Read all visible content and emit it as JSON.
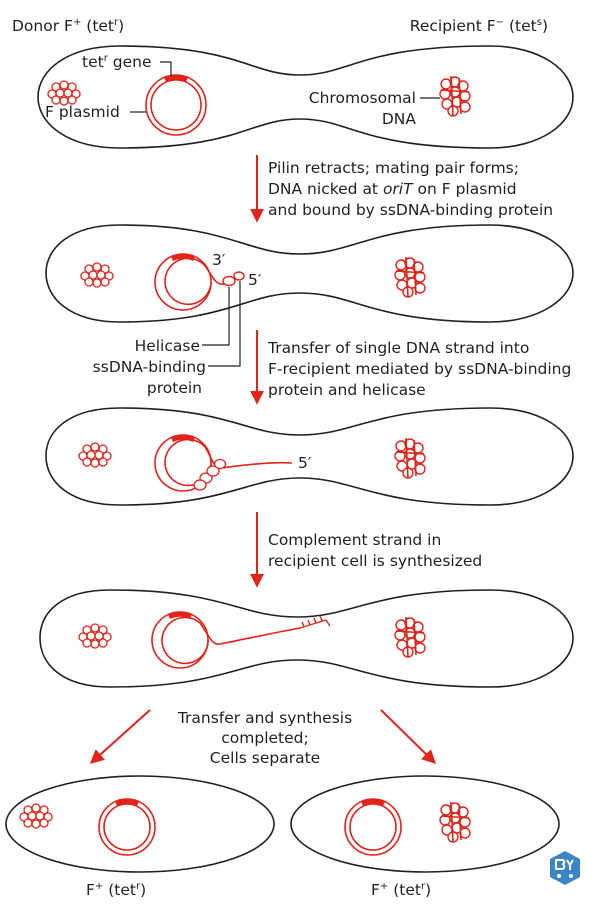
{
  "header": {
    "donor_label": "Donor F",
    "donor_sup": "+",
    "donor_gene": " (tet",
    "donor_gene_sup": "r",
    "donor_close": ")",
    "recipient_label": "Recipient F",
    "recipient_sup": "−",
    "recipient_gene": " (tet",
    "recipient_gene_sup": "s",
    "recipient_close": ")"
  },
  "stage1": {
    "tet_gene_label": "tet",
    "tet_gene_sup": "r",
    "tet_gene_suffix": " gene",
    "f_plasmid_label": "F plasmid",
    "chromosomal_line1": "Chromosomal",
    "chromosomal_line2": "DNA"
  },
  "step1": {
    "line1": "Pilin retracts; mating pair forms;",
    "line2_pre": "DNA nicked at ",
    "line2_em": "oriT",
    "line2_post": " on F plasmid",
    "line3": "and bound by ssDNA-binding protein"
  },
  "stage2": {
    "three_prime": "3′",
    "five_prime": "5′",
    "helicase_label": "Helicase",
    "ssdna_label_line1": "ssDNA-binding",
    "ssdna_label_line2": "protein"
  },
  "step2": {
    "line1": "Transfer of single DNA strand into",
    "line2": "F-recipient mediated by ssDNA-binding",
    "line3": "protein and helicase"
  },
  "stage3": {
    "five_prime": "5′"
  },
  "step3": {
    "line1": "Complement strand in",
    "line2": "recipient cell is synthesized"
  },
  "step4": {
    "line1": "Transfer and synthesis",
    "line2": "completed;",
    "line3": "Cells separate"
  },
  "result": {
    "left_label": "F",
    "left_sup": "+",
    "left_gene": " (tet",
    "left_gene_sup": "r",
    "left_close": ")",
    "right_label": "F",
    "right_sup": "+",
    "right_gene": " (tet",
    "right_gene_sup": "r",
    "right_close": ")"
  },
  "colors": {
    "dna_red": "#e2231a",
    "outline": "#231f20",
    "badge_blue": "#3d86c6"
  },
  "icons": {
    "watermark": "by-badge-icon"
  }
}
